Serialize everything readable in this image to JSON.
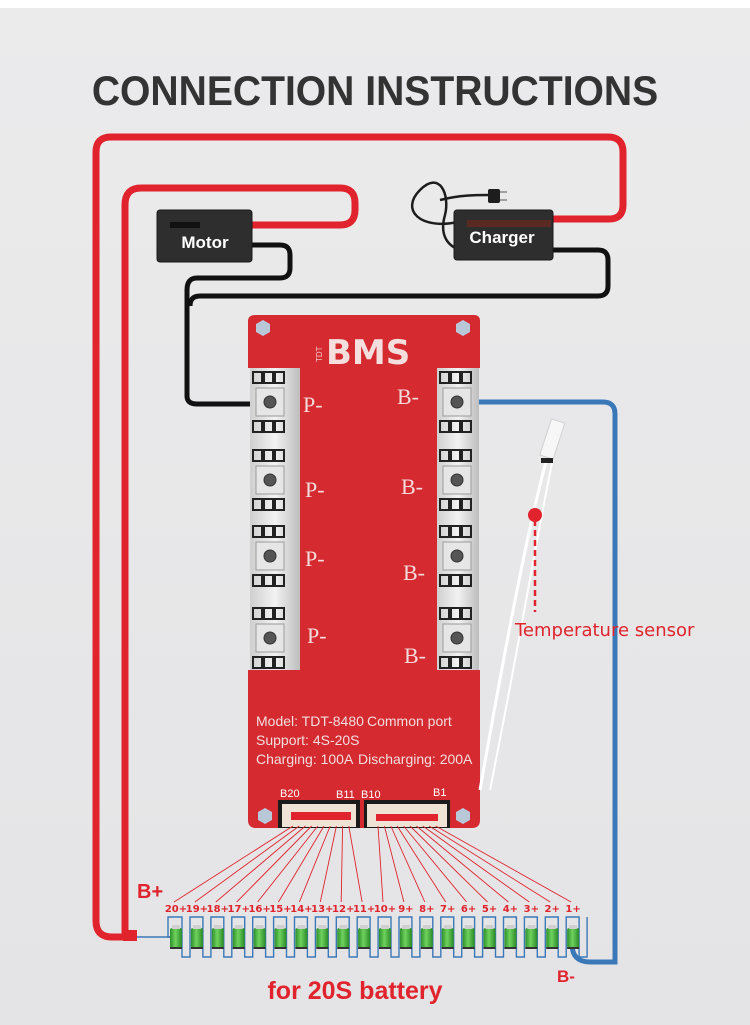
{
  "title": "CONNECTION INSTRUCTIONS",
  "colors": {
    "positive_wire": "#e0232c",
    "negative_wire": "#111111",
    "battery_negative_wire": "#3b78b8",
    "board": "#d42a30",
    "background": "#e8e8ea",
    "cell": "#3fae3a",
    "title": "#333333"
  },
  "devices": {
    "motor": {
      "label": "Motor"
    },
    "charger": {
      "label": "Charger"
    }
  },
  "board": {
    "brand_prefix": "TDT",
    "brand": "BMS",
    "left_terminals": [
      "P-",
      "P-",
      "P-",
      "P-"
    ],
    "right_terminals": [
      "B-",
      "B-",
      "B-",
      "B-"
    ],
    "specs": {
      "model": "Model: TDT-8480",
      "port": "Common port",
      "support": "Support: 4S-20S",
      "charging": "Charging: 100A",
      "discharging": "Discharging: 200A"
    },
    "connector_labels": {
      "left_start": "B20",
      "left_end": "B11",
      "right_start": "B10",
      "right_end": "B1"
    }
  },
  "sensor": {
    "label": "Temperature sensor"
  },
  "battery": {
    "positive_label": "B+",
    "negative_label": "B-",
    "caption": "for 20S battery",
    "cell_labels": [
      "20+",
      "19+",
      "18+",
      "17+",
      "16+",
      "15+",
      "14+",
      "13+",
      "12+",
      "11+",
      "10+",
      "9+",
      "8+",
      "7+",
      "6+",
      "5+",
      "4+",
      "3+",
      "2+",
      "1+"
    ]
  }
}
